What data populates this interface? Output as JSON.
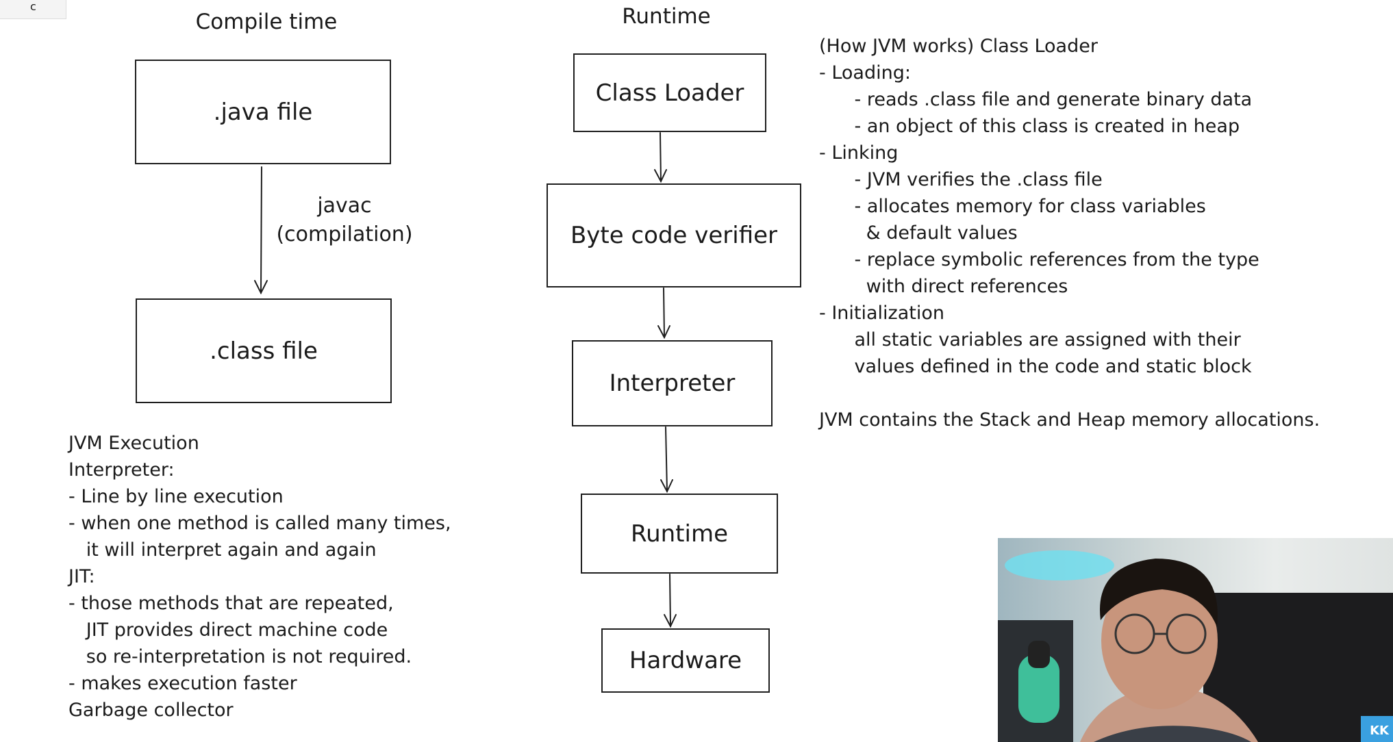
{
  "tab": {
    "label": "c"
  },
  "compile_time": {
    "title": "Compile time",
    "java_box": ".java file",
    "arrow_label_1": "javac",
    "arrow_label_2": "(compilation)",
    "class_box": ".class file"
  },
  "runtime": {
    "title": "Runtime",
    "boxes": [
      "Class Loader",
      "Byte code verifier",
      "Interpreter",
      "Runtime",
      "Hardware"
    ]
  },
  "class_loader_notes": [
    "(How JVM works) Class Loader",
    "- Loading:",
    "      - reads .class file and generate binary data",
    "      - an object of this class is created in heap",
    "- Linking",
    "      - JVM verifies the .class file",
    "      - allocates memory for class variables",
    "        & default values",
    "      - replace symbolic references from the type",
    "        with direct references",
    "- Initialization",
    "      all static variables are assigned with their",
    "      values defined in the code and static block",
    "",
    "JVM contains the Stack and Heap memory allocations."
  ],
  "execution_notes": [
    "JVM Execution",
    "Interpreter:",
    "- Line by line execution",
    "- when one method is called many times,",
    "   it will interpret again and again",
    "JIT:",
    "- those methods that are repeated,",
    "   JIT provides direct machine code",
    "   so re-interpretation is not required.",
    "- makes execution faster",
    "Garbage collector"
  ],
  "webcam": {
    "badge": "KK"
  },
  "colors": {
    "ink": "#1e1e1e",
    "background": "#ffffff"
  }
}
